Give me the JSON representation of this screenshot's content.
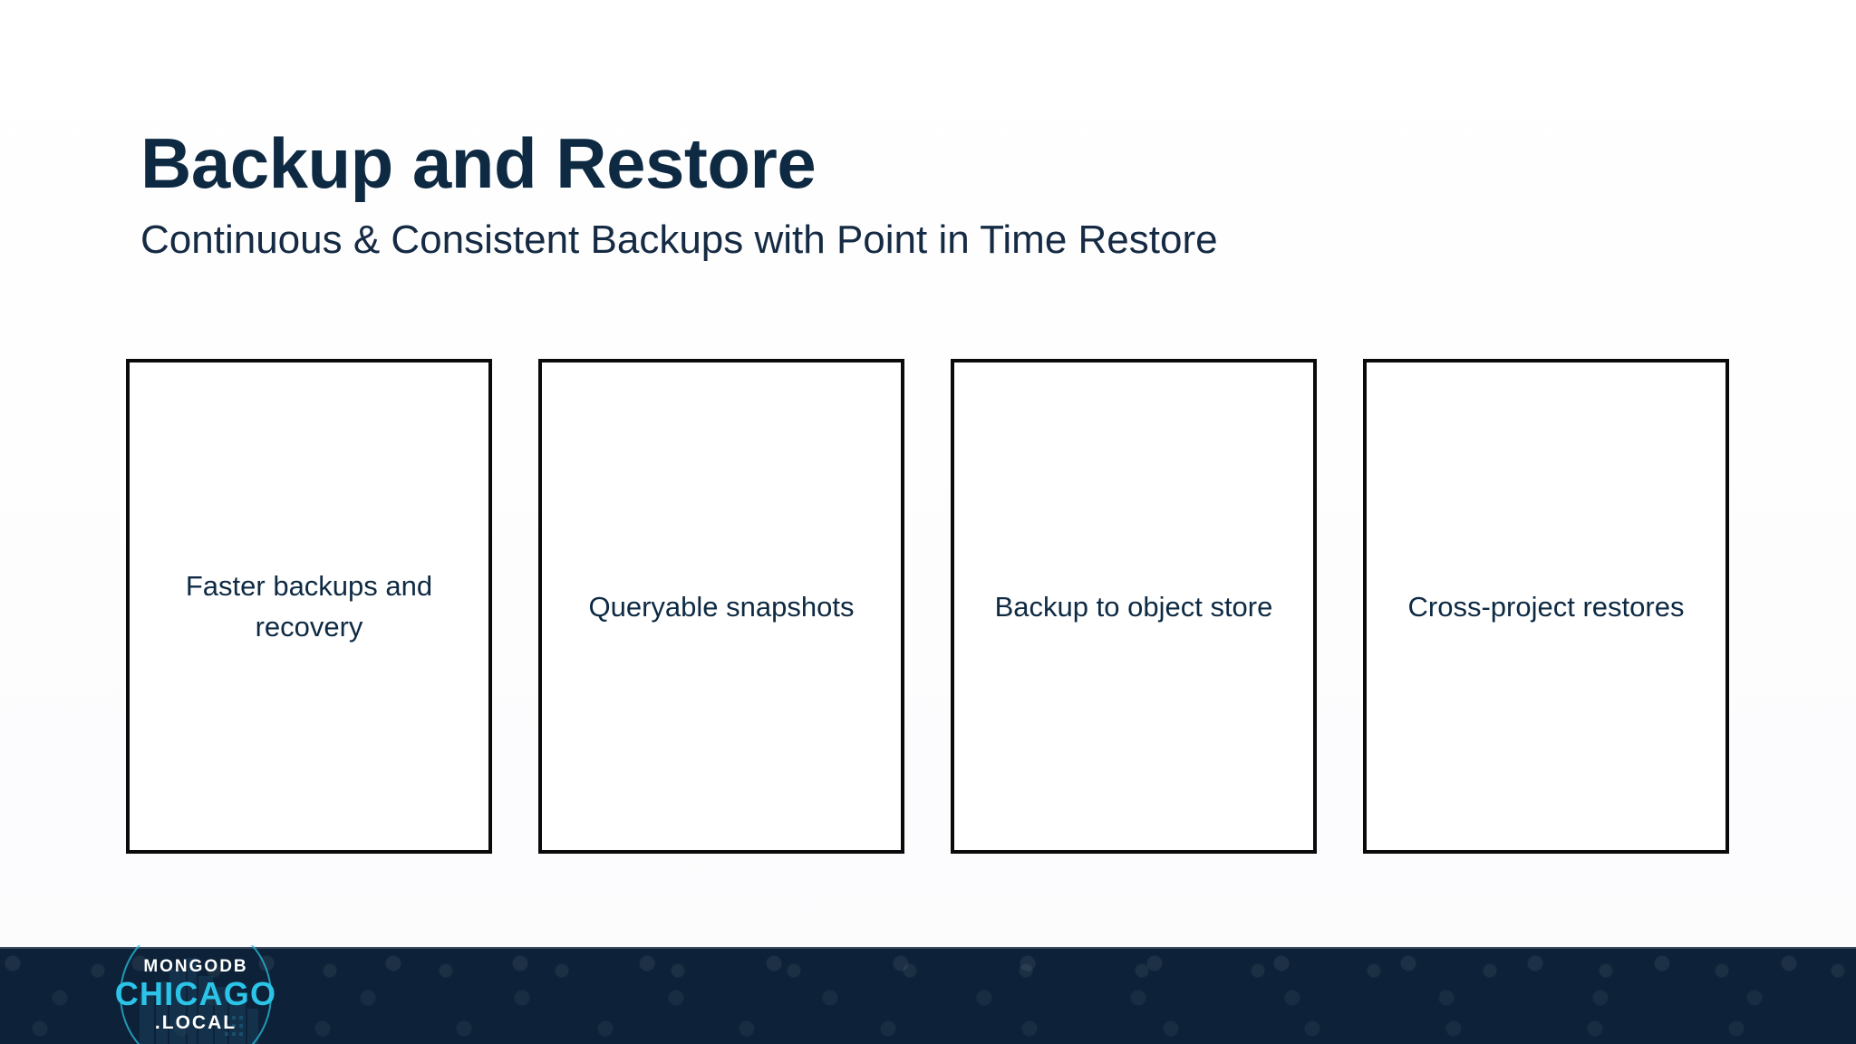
{
  "slide": {
    "title": "Backup and Restore",
    "subtitle": "Continuous & Consistent Backups with Point in Time Restore",
    "background_color": "#ffffff",
    "title_color": "#0e2a43"
  },
  "cards": [
    {
      "label": "Faster backups and recovery"
    },
    {
      "label": "Queryable snapshots"
    },
    {
      "label": "Backup to object store"
    },
    {
      "label": "Cross-project restores"
    }
  ],
  "footer": {
    "background_color": "#0d2238",
    "logo": {
      "line1": "MONGODB",
      "line2": "CHICAGO",
      "line3": ".LOCAL",
      "accent_color": "#2bc4e8"
    }
  }
}
